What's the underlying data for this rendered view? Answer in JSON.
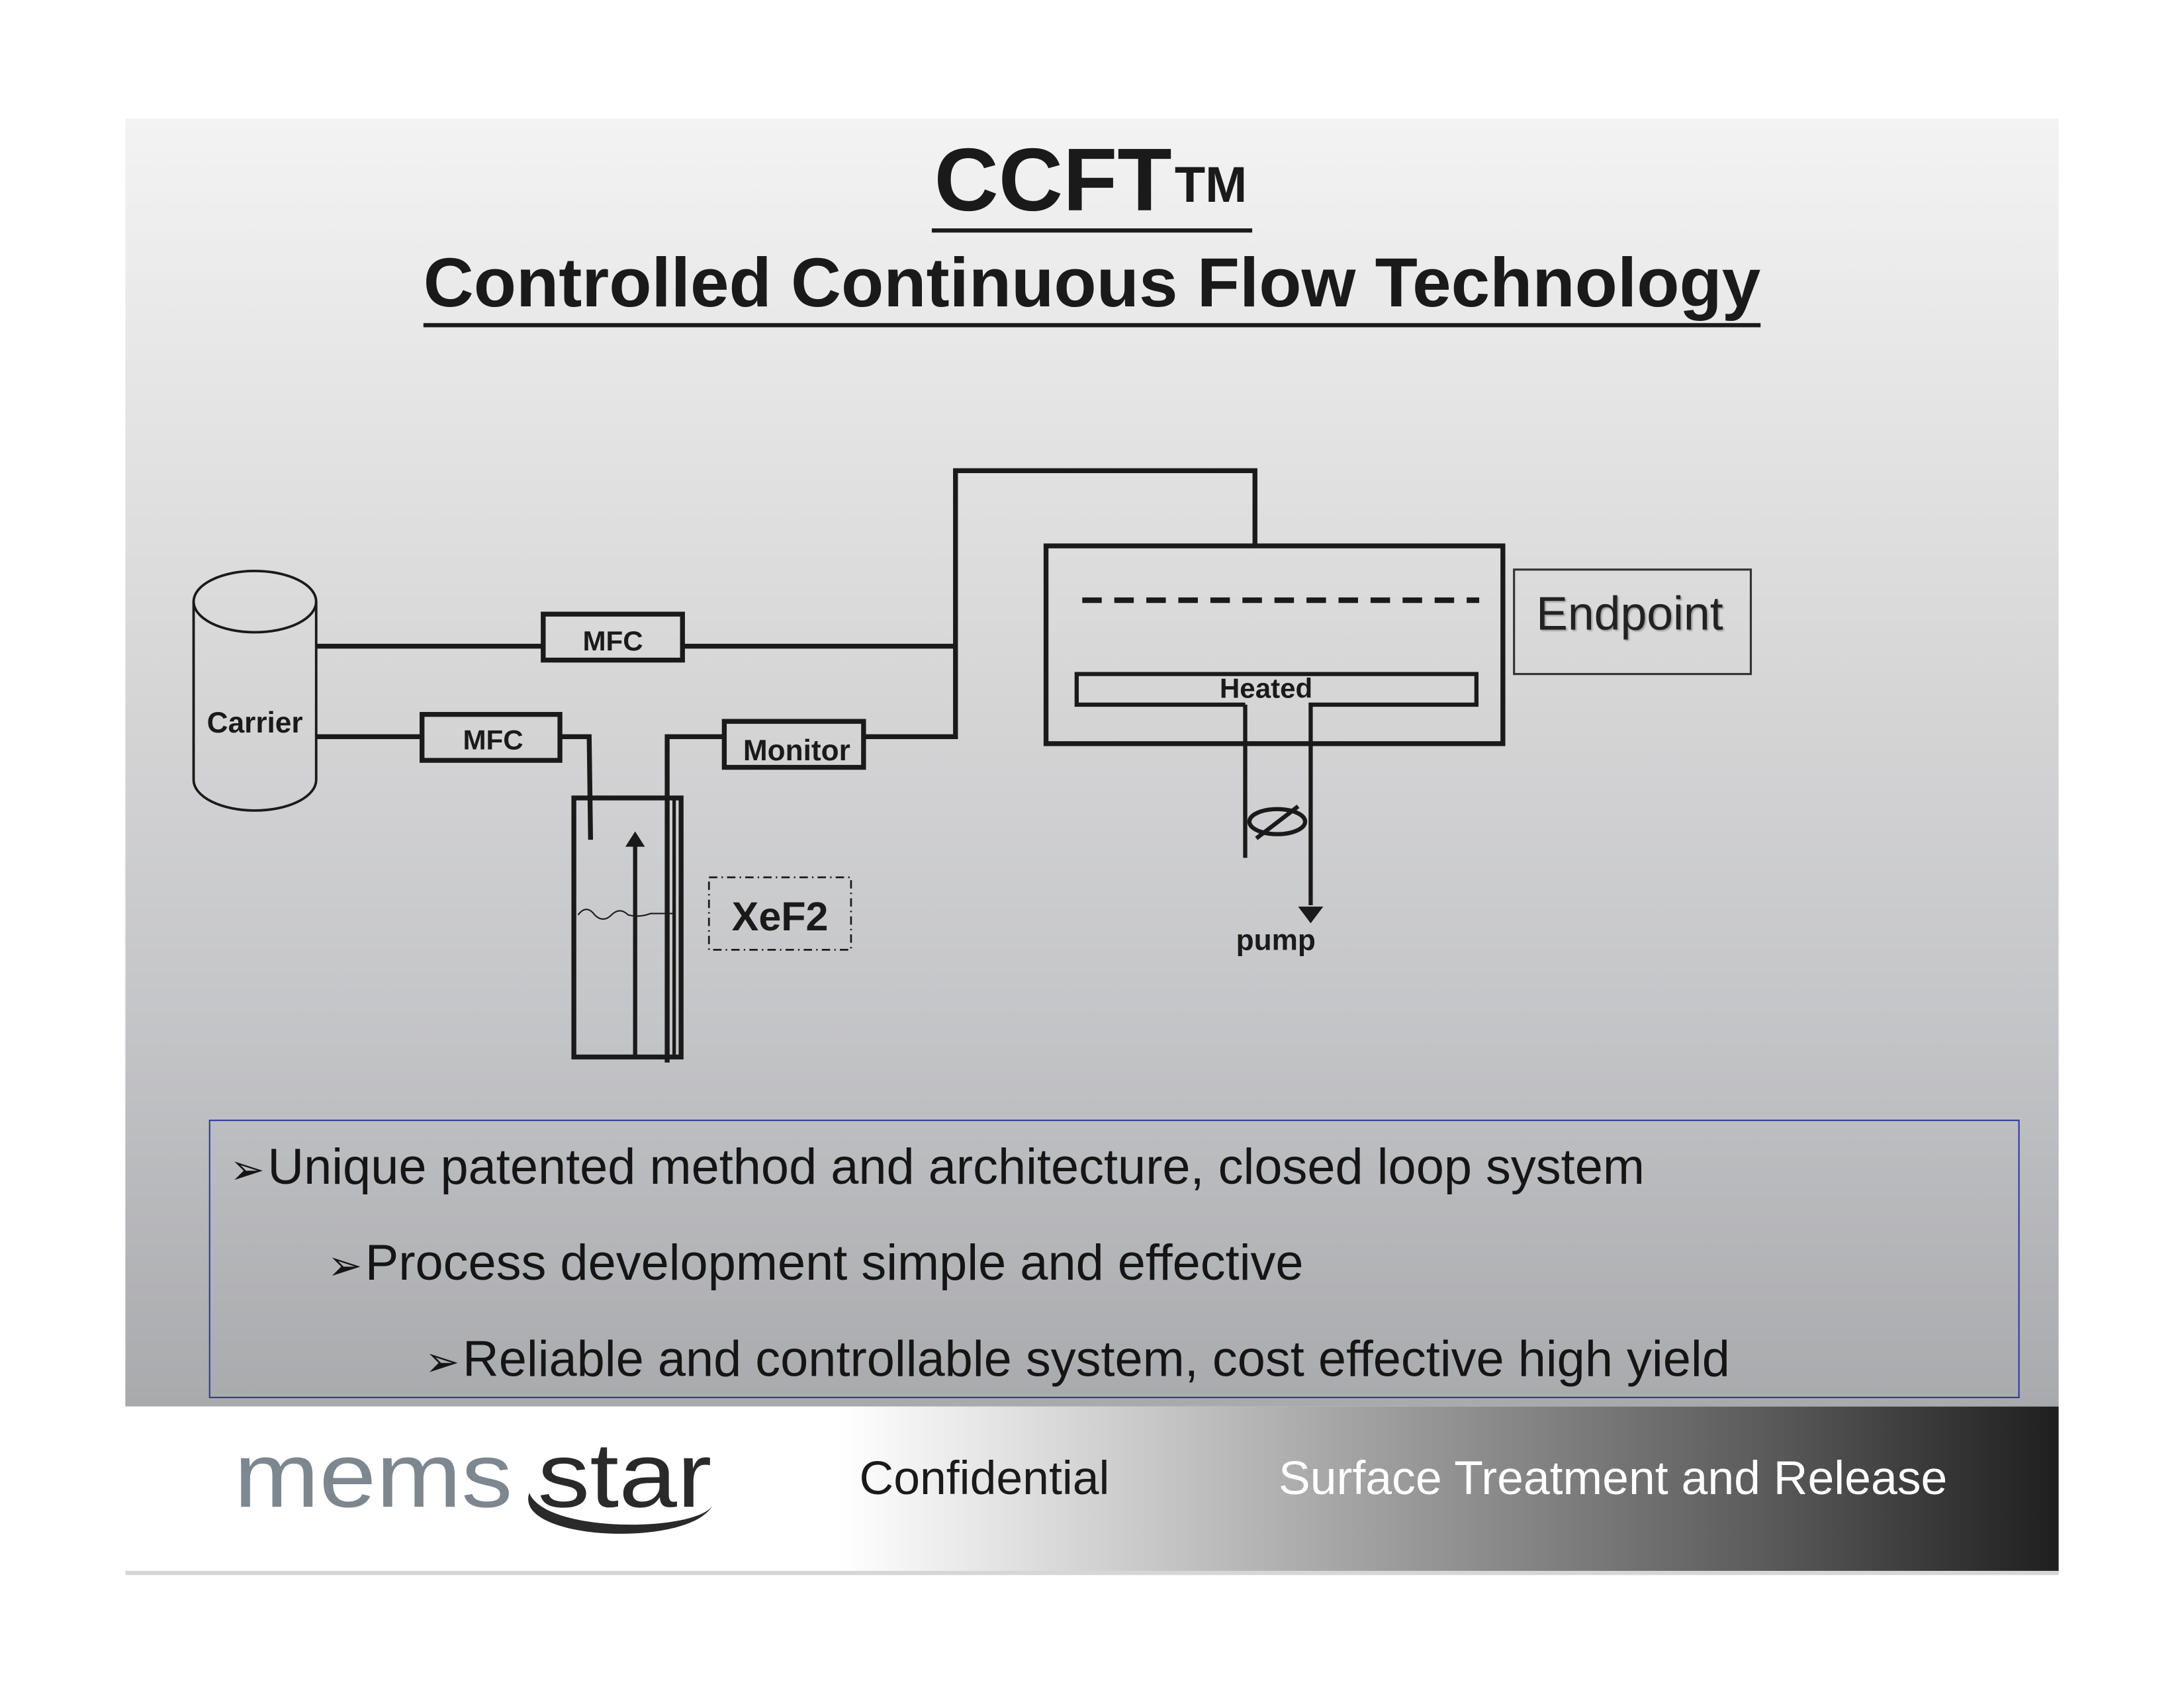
{
  "title": {
    "main": "CCFT",
    "trademark": "TM",
    "subtitle": "Controlled Continuous Flow Technology"
  },
  "diagram": {
    "carrier": "Carrier",
    "mfc_top": "MFC",
    "mfc_bottom": "MFC",
    "monitor": "Monitor",
    "xef2": "XeF2",
    "heated": "Heated",
    "pump": "pump",
    "endpoint": "Endpoint"
  },
  "bullets": [
    "Unique patented method and architecture, closed loop system",
    "Process development simple and effective",
    "Reliable and controllable system, cost effective high yield"
  ],
  "footer": {
    "logo_mems": "mems",
    "logo_star": "star",
    "confidential": "Confidential",
    "tagline": "Surface Treatment and Release"
  },
  "colors": {
    "bullet_border": "#2e3a9c",
    "logo_grey": "#7d8790",
    "logo_dark": "#2a2a2a"
  }
}
